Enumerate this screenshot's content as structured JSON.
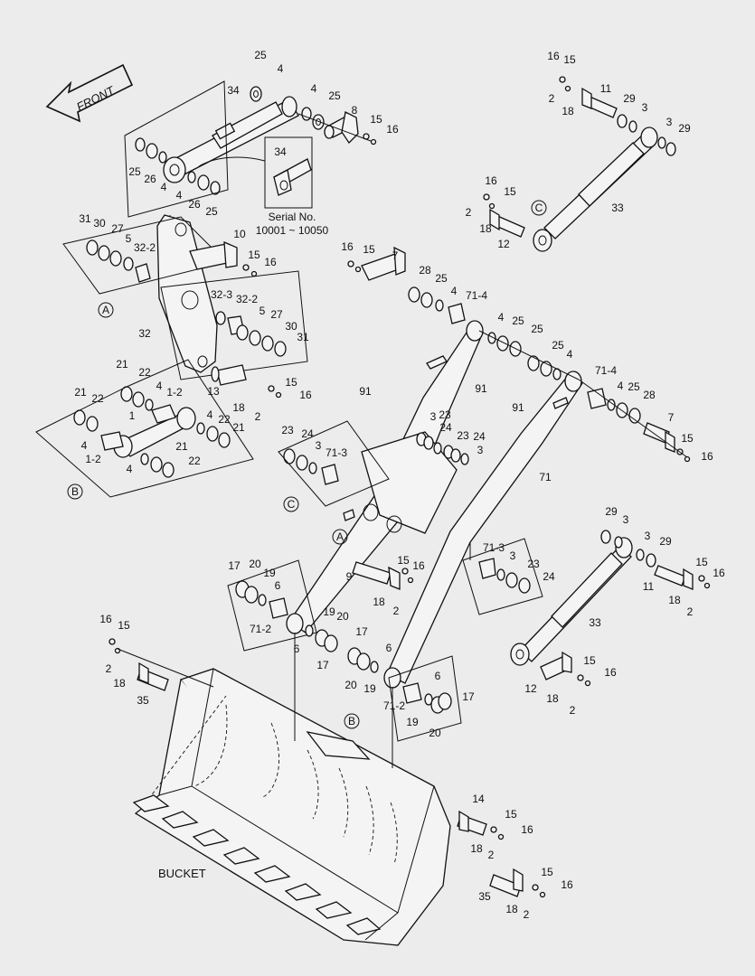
{
  "front_arrow": "FRONT",
  "bucket_label": "BUCKET",
  "serial_note": {
    "part": "34",
    "line1": "Serial No.",
    "line2": "10001 ~ 10050"
  },
  "callouts": {
    "A": "A",
    "B": "B",
    "C": "C"
  },
  "labels": {
    "l001": "25",
    "l002": "4",
    "l003": "34",
    "l004": "4",
    "l005": "25",
    "l006": "8",
    "l007": "15",
    "l008": "16",
    "l009": "25",
    "l010": "26",
    "l011": "4",
    "l012": "4",
    "l013": "26",
    "l014": "25",
    "l015": "31",
    "l016": "30",
    "l017": "27",
    "l018": "5",
    "l019": "32-2",
    "l020": "10",
    "l021": "15",
    "l022": "16",
    "l023": "32-3",
    "l024": "32-2",
    "l025": "5",
    "l026": "27",
    "l027": "30",
    "l028": "31",
    "l029": "32",
    "l030": "21",
    "l031": "22",
    "l032": "4",
    "l033": "1-2",
    "l034": "13",
    "l035": "15",
    "l036": "16",
    "l037": "18",
    "l038": "2",
    "l039": "21",
    "l040": "22",
    "l041": "1",
    "l042": "4",
    "l043": "22",
    "l044": "21",
    "l045": "4",
    "l046": "1-2",
    "l047": "21",
    "l048": "4",
    "l049": "22",
    "l050": "16",
    "l051": "15",
    "l052": "2",
    "l053": "11",
    "l054": "18",
    "l055": "29",
    "l056": "3",
    "l057": "3",
    "l058": "29",
    "l059": "16",
    "l060": "15",
    "l061": "2",
    "l062": "18",
    "l063": "12",
    "l064": "33",
    "l065": "16",
    "l066": "15",
    "l067": "7",
    "l068": "28",
    "l069": "25",
    "l070": "4",
    "l071": "71-4",
    "l072": "4",
    "l073": "25",
    "l074": "25",
    "l075": "25",
    "l076": "4",
    "l077": "71-4",
    "l078": "4",
    "l079": "25",
    "l080": "28",
    "l081": "7",
    "l082": "15",
    "l083": "16",
    "l084": "91",
    "l085": "91",
    "l086": "91",
    "l087": "3",
    "l088": "23",
    "l089": "24",
    "l090": "23",
    "l091": "24",
    "l092": "3",
    "l093": "71",
    "l094": "23",
    "l095": "24",
    "l096": "3",
    "l097": "71-3",
    "l098": "29",
    "l099": "3",
    "l100": "3",
    "l101": "29",
    "l102": "15",
    "l103": "16",
    "l104": "11",
    "l105": "18",
    "l106": "2",
    "l107": "71-3",
    "l108": "3",
    "l109": "23",
    "l110": "24",
    "l111": "15",
    "l112": "16",
    "l113": "9",
    "l114": "18",
    "l115": "2",
    "l116": "17",
    "l117": "20",
    "l118": "19",
    "l119": "6",
    "l120": "71-2",
    "l121": "6",
    "l122": "19",
    "l123": "20",
    "l124": "17",
    "l125": "17",
    "l126": "6",
    "l127": "20",
    "l128": "19",
    "l129": "33",
    "l130": "12",
    "l131": "15",
    "l132": "16",
    "l133": "18",
    "l134": "2",
    "l135": "16",
    "l136": "15",
    "l137": "2",
    "l138": "18",
    "l139": "35",
    "l140": "6",
    "l141": "71-2",
    "l142": "17",
    "l143": "19",
    "l144": "20",
    "l145": "14",
    "l146": "15",
    "l147": "16",
    "l148": "18",
    "l149": "2",
    "l150": "15",
    "l151": "16",
    "l152": "35",
    "l153": "18",
    "l154": "2"
  }
}
